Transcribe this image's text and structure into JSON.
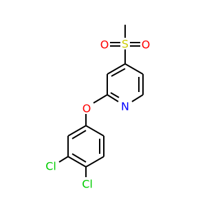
{
  "molecule": {
    "atoms": {
      "sulfur": {
        "label": "S",
        "color": "#cccc00"
      },
      "sulfonyl_oxygen_left": {
        "label": "O",
        "color": "#ff0000"
      },
      "sulfonyl_oxygen_right": {
        "label": "O",
        "color": "#ff0000"
      },
      "ether_oxygen": {
        "label": "O",
        "color": "#ff0000"
      },
      "ring_nitrogen": {
        "label": "N",
        "color": "#0000ff"
      },
      "chlorine_upper": {
        "label": "Cl",
        "color": "#00cc00"
      },
      "chlorine_lower": {
        "label": "Cl",
        "color": "#00cc00"
      }
    },
    "bond_color": "#000000"
  }
}
